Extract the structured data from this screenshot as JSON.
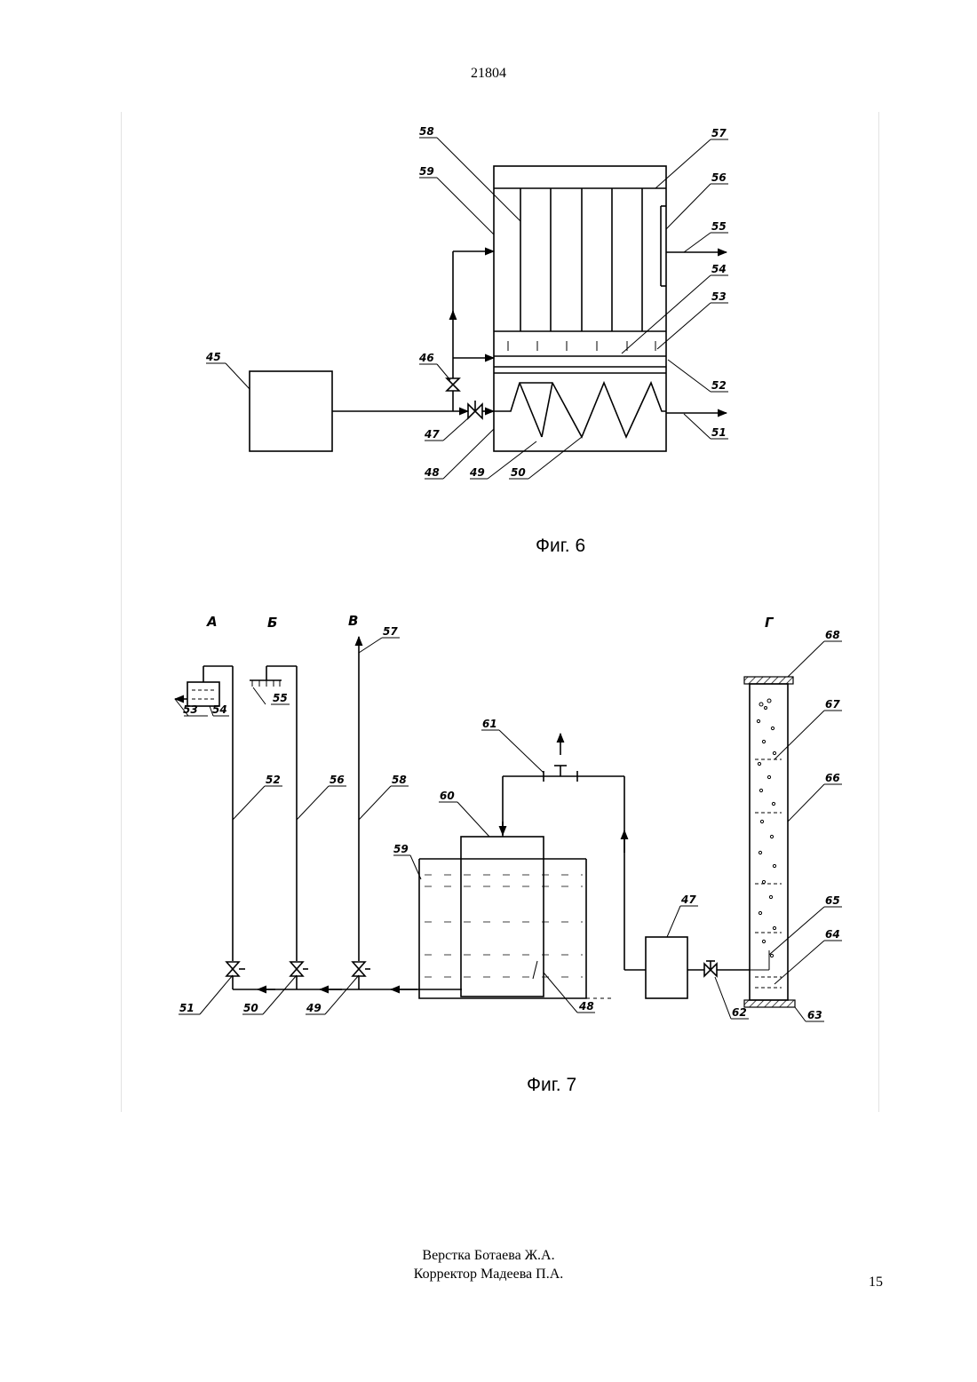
{
  "header": {
    "doc_number": "21804"
  },
  "fig6": {
    "caption": "Фиг. 6",
    "labels": {
      "l45": "45",
      "l46": "46",
      "l47": "47",
      "l48": "48",
      "l49": "49",
      "l50": "50",
      "l51": "51",
      "l52": "52",
      "l53": "53",
      "l54": "54",
      "l55": "55",
      "l56": "56",
      "l57": "57",
      "l58": "58",
      "l59": "59"
    }
  },
  "fig7": {
    "caption": "Фиг. 7",
    "sections": {
      "a": "А",
      "b": "Б",
      "v": "В",
      "g": "Г"
    },
    "labels": {
      "l47": "47",
      "l48": "48",
      "l49": "49",
      "l50": "50",
      "l51": "51",
      "l52": "52",
      "l53": "53",
      "l54": "54",
      "l55": "55",
      "l56": "56",
      "l57": "57",
      "l58": "58",
      "l59": "59",
      "l60": "60",
      "l61": "61",
      "l62": "62",
      "l63": "63",
      "l64": "64",
      "l65": "65",
      "l66": "66",
      "l67": "67",
      "l68": "68"
    }
  },
  "footer": {
    "line1": "Верстка Ботаева Ж.А.",
    "line2": "Корректор Мадеева П.А.",
    "page_number": "15"
  }
}
